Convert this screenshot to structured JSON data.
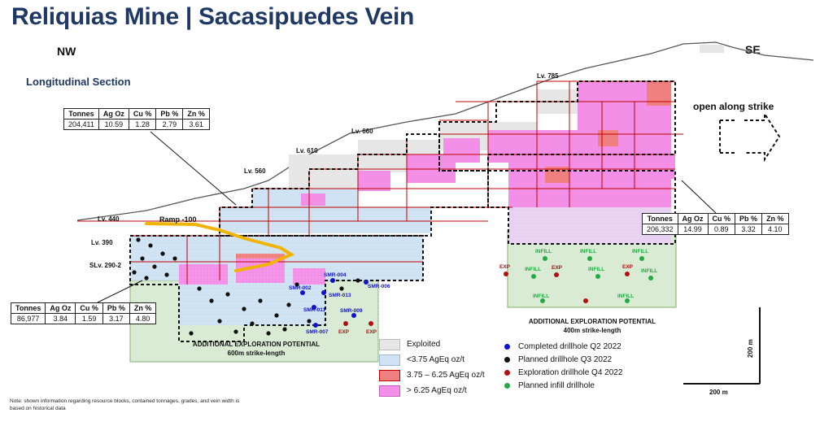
{
  "title": "Reliquias Mine | Sacasipuedes Vein",
  "direction": {
    "nw": "NW",
    "se": "SE"
  },
  "subtitle": "Longitudinal Section",
  "open_along_strike": "open along strike",
  "table_headers": [
    "Tonnes",
    "Ag Oz",
    "Cu %",
    "Pb %",
    "Zn %"
  ],
  "tables": {
    "upper_left": [
      "204,411",
      "10.59",
      "1.28",
      "2.79",
      "3.61"
    ],
    "right": [
      "206,332",
      "14.99",
      "0.89",
      "3.32",
      "4.10"
    ],
    "lower_left": [
      "86,977",
      "3.84",
      "1.59",
      "3.17",
      "4.80"
    ]
  },
  "levels": [
    "Lv. 785",
    "Lv. 660",
    "Lv. 610",
    "Lv. 560",
    "Lv. 440",
    "Lv. 390",
    "SLv. 290-2"
  ],
  "ramp_label": "Ramp -100",
  "drillholes": [
    "SMR-002",
    "SMR-004",
    "SMR-006",
    "SMR-013",
    "SMR-011",
    "SMR-009",
    "SMR-007"
  ],
  "exp_label": "EXP",
  "infill_label": "INFILL",
  "potential_left": {
    "line1": "ADDITIONAL EXPLORATION POTENTIAL",
    "line2": "600m strike-length"
  },
  "potential_right": {
    "line1": "ADDITIONAL EXPLORATION POTENTIAL",
    "line2": "400m strike-length"
  },
  "legend_blocks": [
    {
      "label": "Exploited",
      "color": "#e6e6e6"
    },
    {
      "label": "<3.75 AgEq oz/t",
      "color": "#cfe2f3"
    },
    {
      "label": "3.75 – 6.25 AgEq oz/t",
      "color": "#f08080"
    },
    {
      "label": "> 6.25 AgEq oz/t",
      "color": "#f48fe8"
    }
  ],
  "legend_drillholes": [
    {
      "label": "Completed drillhole Q2 2022",
      "color": "#1010d0"
    },
    {
      "label": "Planned drillhole Q3 2022",
      "color": "#111111"
    },
    {
      "label": "Exploration drillhole Q4 2022",
      "color": "#b01010"
    },
    {
      "label": "Planned infill drillhole",
      "color": "#22aa44"
    }
  ],
  "scale": {
    "vertical": "200 m",
    "horizontal": "200 m"
  },
  "note": "Note: shown information regarding resource blocks, contained tonnages, grades, and vein width is based on historical data"
}
